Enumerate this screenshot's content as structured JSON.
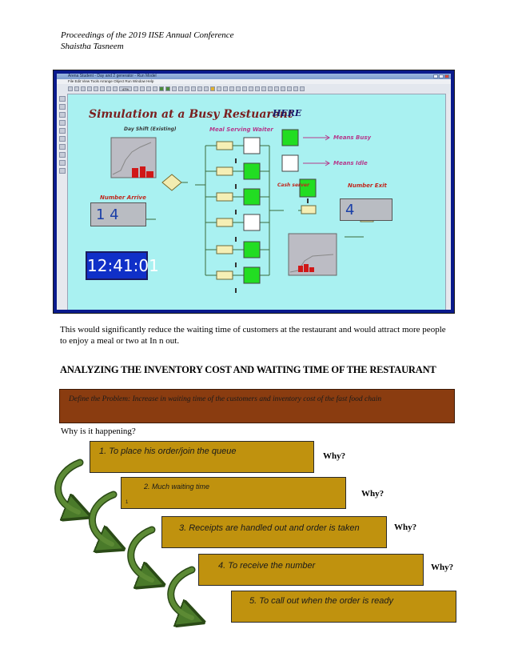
{
  "header": {
    "line1": "Proceedings of the 2019 IISE Annual Conference",
    "line2": "Shaistha Tasneem"
  },
  "figure": {
    "window_title": "Arena Student - Day and 2 generator - Run Model",
    "menu": "File  Edit  View  Tools  Arrange  Object  Run  Window  Help",
    "zoom": "47%",
    "title": "Simulation at a Busy Restuarent",
    "legend_title": "HERE",
    "legend_busy": "Means Busy",
    "legend_idle": "Means Idle",
    "day_shift": "Day Shift (Existing)",
    "meal_serving": "Meal Serving Waiter",
    "number_arrive_label": "Number Arrive",
    "number_arrive_value": "1 4",
    "cash_server": "Cash server",
    "number_exit_label": "Number Exit",
    "number_exit_value": "4",
    "clock": "12:41:01",
    "colors": {
      "busy": "#22dd22",
      "idle": "#ffffff",
      "canvas": "#a9f1f1"
    }
  },
  "paragraph": "This would significantly reduce the waiting time of customers at the restaurant and would attract more people to enjoy a meal or two at In n out.",
  "heading": "ANALYZING THE INVENTORY COST AND WAITING TIME OF THE RESTAURANT",
  "define": "Define the Problem: Increase in waiting time of the customers and inventory cost of the fast food chain",
  "why_question": "Why is it happening?",
  "steps": [
    {
      "label": "1.    To place his order/join the queue",
      "why": "Why?"
    },
    {
      "label": "2.    Much waiting time",
      "note": "1",
      "why": "Why?"
    },
    {
      "label": "3.    Receipts are handled out and order is taken",
      "why": "Why?"
    },
    {
      "label": "4.    To receive the number",
      "why": "Why?"
    },
    {
      "label": "5.    To call out when the order is ready"
    }
  ]
}
